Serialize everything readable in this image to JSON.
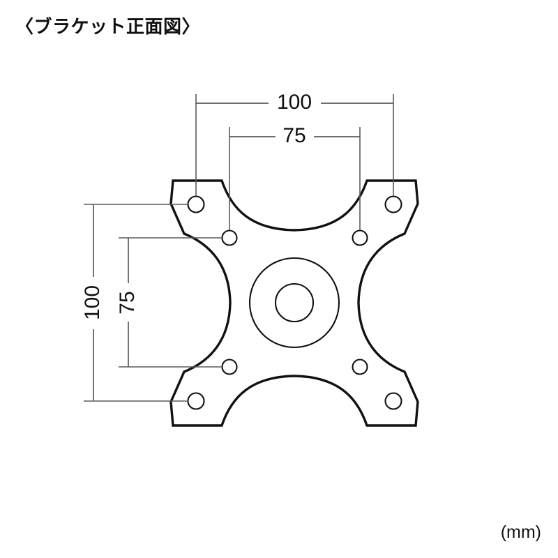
{
  "title": "〈ブラケット正面図〉",
  "unit_label": "(mm)",
  "drawing": {
    "subject": "bracket-front-view",
    "colors": {
      "outline": "#111111",
      "dimension_line": "#5a5a5a",
      "background": "#ffffff",
      "text": "#101010"
    }
  },
  "dimensions": {
    "horizontal_outer": {
      "label": "100",
      "orientation": "horizontal",
      "value": 100,
      "unit": "mm"
    },
    "horizontal_inner": {
      "label": "75",
      "orientation": "horizontal",
      "value": 75,
      "unit": "mm"
    },
    "vertical_outer": {
      "label": "100",
      "orientation": "vertical",
      "value": 100,
      "unit": "mm"
    },
    "vertical_inner": {
      "label": "75",
      "orientation": "vertical",
      "value": 75,
      "unit": "mm"
    }
  },
  "holes": {
    "outer_pattern_label": "100",
    "inner_pattern_label": "75",
    "outer_count": 4,
    "inner_count": 4
  },
  "center_boss": {
    "outer_circle_label": "boss-outer",
    "inner_circle_label": "boss-inner"
  }
}
